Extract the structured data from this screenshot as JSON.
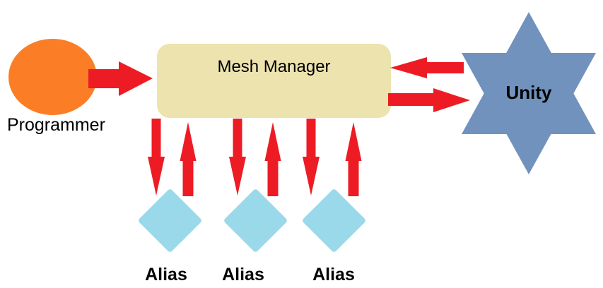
{
  "diagram": {
    "nodes": {
      "programmer": {
        "label": "Programmer",
        "shape": "circle"
      },
      "mesh_manager": {
        "label": "Mesh Manager",
        "shape": "rounded-rectangle"
      },
      "unity": {
        "label": "Unity",
        "shape": "six-pointed-star"
      },
      "alias_1": {
        "label": "Alias",
        "shape": "diamond"
      },
      "alias_2": {
        "label": "Alias",
        "shape": "diamond"
      },
      "alias_3": {
        "label": "Alias",
        "shape": "diamond"
      }
    },
    "edges": [
      {
        "from": "programmer",
        "to": "mesh_manager",
        "direction": "right"
      },
      {
        "from": "unity",
        "to": "mesh_manager",
        "direction": "left"
      },
      {
        "from": "mesh_manager",
        "to": "unity",
        "direction": "right"
      },
      {
        "from": "mesh_manager",
        "to": "alias_1",
        "direction": "down"
      },
      {
        "from": "alias_1",
        "to": "mesh_manager",
        "direction": "up"
      },
      {
        "from": "mesh_manager",
        "to": "alias_2",
        "direction": "down"
      },
      {
        "from": "alias_2",
        "to": "mesh_manager",
        "direction": "up"
      },
      {
        "from": "mesh_manager",
        "to": "alias_3",
        "direction": "down"
      },
      {
        "from": "alias_3",
        "to": "mesh_manager",
        "direction": "up"
      }
    ],
    "colors": {
      "arrow_red": "#ED1C24",
      "programmer_orange": "#FB7E26",
      "mesh_manager_beige": "#EDE3AE",
      "unity_blue": "#7292BE",
      "alias_blue": "#9AD9EA",
      "text_black": "#000000",
      "background": "#FFFFFF"
    }
  }
}
